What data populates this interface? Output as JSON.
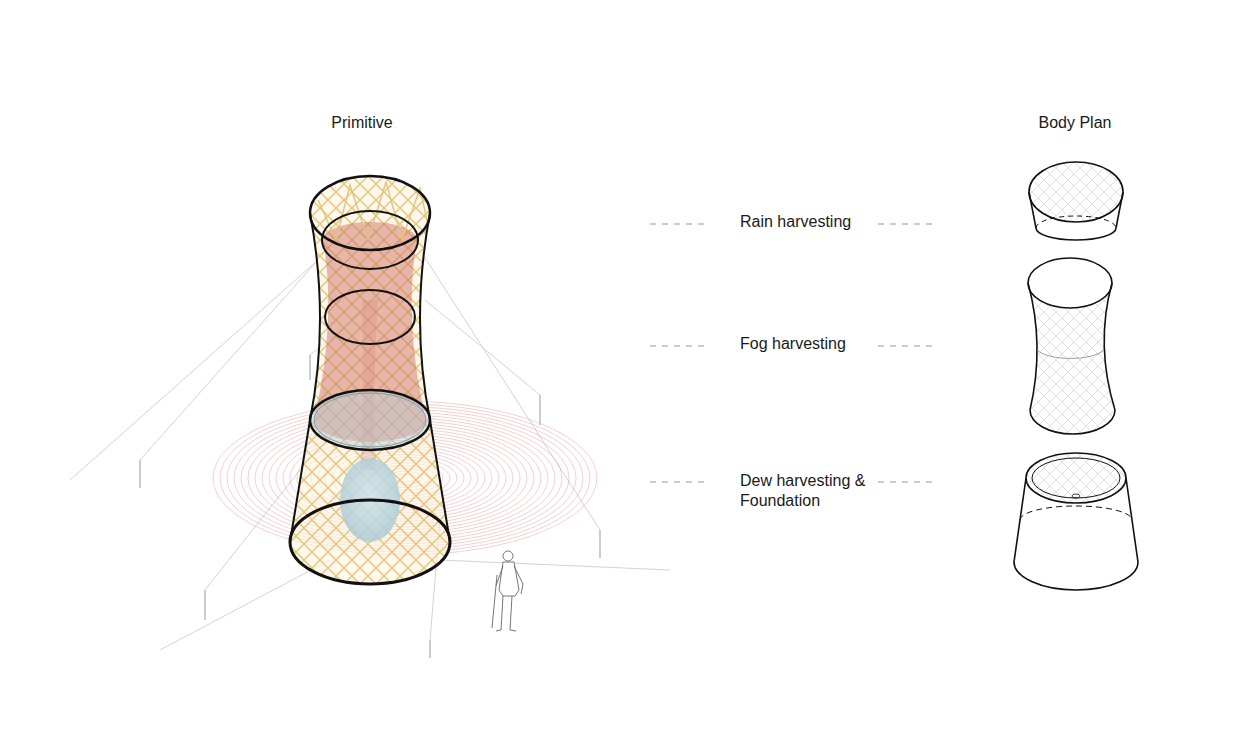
{
  "diagram": {
    "labels": [
      "Primitive",
      "Body Plan",
      "Rain harvesting",
      "Fog harvesting",
      "Dew harvesting & Foundation"
    ]
  }
}
